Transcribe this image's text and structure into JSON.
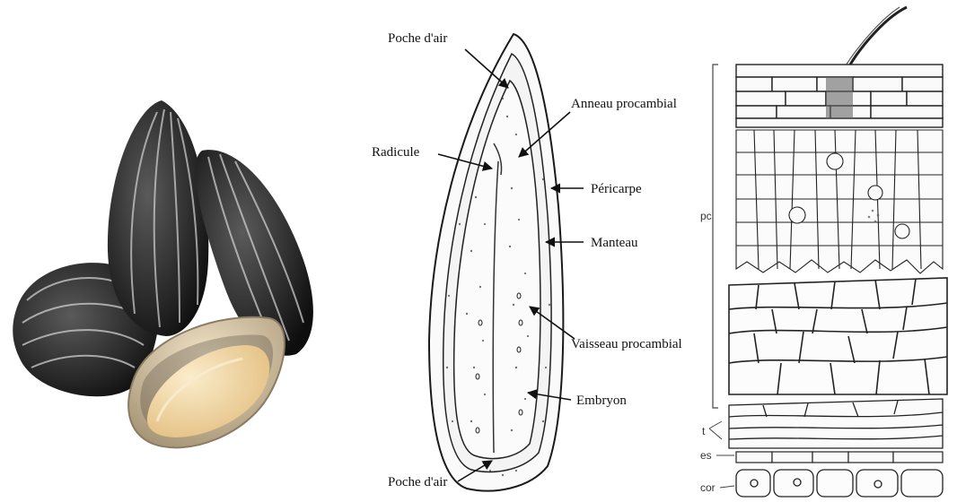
{
  "seed_diagram": {
    "labels": {
      "air_pocket_top": "Poche d'air",
      "procambial_ring": "Anneau procambial",
      "radicle": "Radicule",
      "pericarp": "Péricarpe",
      "mantle": "Manteau",
      "procambial_vessel": "Vaisseau procambial",
      "embryo": "Embryon",
      "air_pocket_bottom": "Poche d'air"
    }
  },
  "tissue_section": {
    "labels": {
      "pc": "pc",
      "t": "t",
      "es": "es",
      "cor": "cor"
    }
  },
  "colors": {
    "hull_dark": "#2b2b2b",
    "hull_stripe": "#d9d9d9",
    "kernel": "#f3dcae",
    "shell_inner": "#e6d2ae",
    "ink": "#111111"
  }
}
